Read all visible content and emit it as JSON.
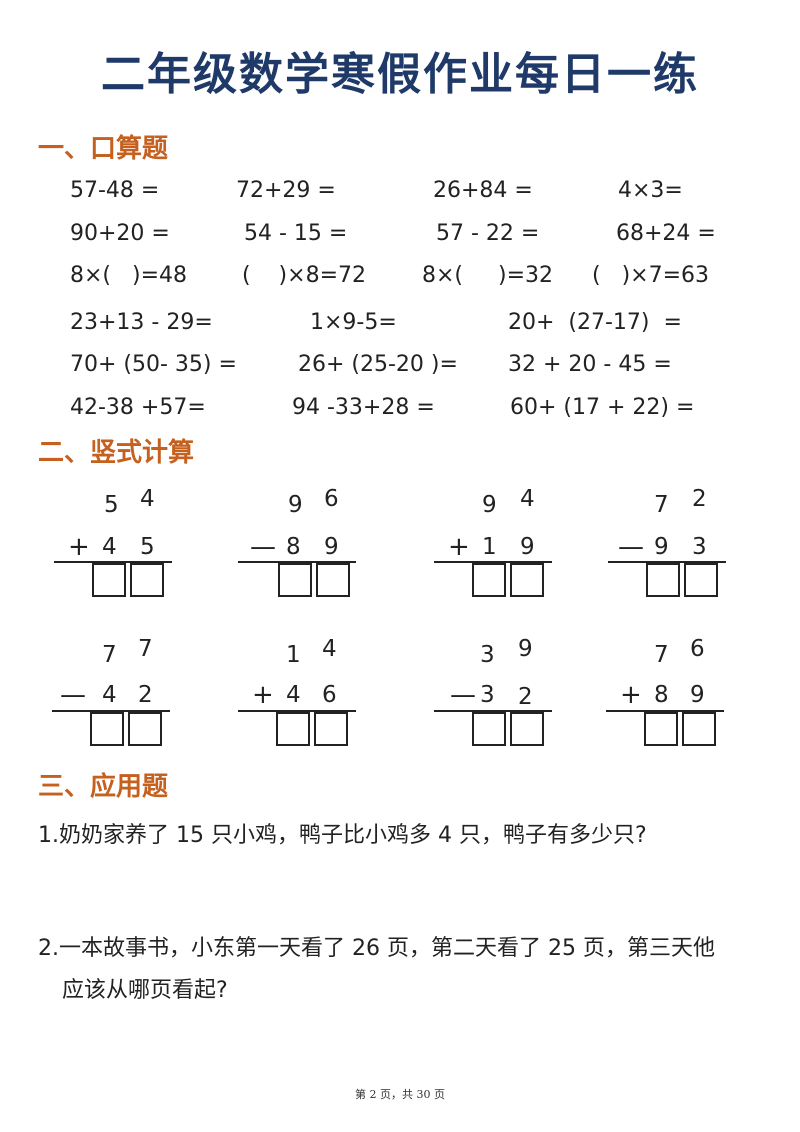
{
  "title": "二年级数学寒假作业每日一练",
  "sections": {
    "oral": "一、口算题",
    "vertical": "二、竖式计算",
    "application": "三、应用题"
  },
  "oral_items": [
    "57-48 =",
    "72+29 =",
    "26+84 =",
    "4×3=",
    "90+20 =",
    "54 - 15 =",
    "57 - 22 =",
    "68+24 =",
    "8×(   )=48",
    "(    )×8=72",
    "8×(     )=32",
    "(   )×7=63",
    "23+13 - 29=",
    "1×9-5=",
    "20+  (27-17)  =",
    "70+ (50- 35) =",
    "26+ (25-20 )=",
    "32 + 20 - 45 =",
    "42-38 +57=",
    "94 -33+28 =",
    "60+ (17 + 22) ="
  ],
  "vertical_items": [
    {
      "a": [
        "5",
        "4"
      ],
      "op": "+",
      "b": [
        "4",
        "5"
      ]
    },
    {
      "a": [
        "9",
        "6"
      ],
      "op": "—",
      "b": [
        "8",
        "9"
      ]
    },
    {
      "a": [
        "9",
        "4"
      ],
      "op": "+",
      "b": [
        "1",
        "9"
      ]
    },
    {
      "a": [
        "7",
        "2"
      ],
      "op": "—",
      "b": [
        "9",
        "3"
      ]
    },
    {
      "a": [
        "7",
        "7"
      ],
      "op": "—",
      "b": [
        "4",
        "2"
      ]
    },
    {
      "a": [
        "1",
        "4"
      ],
      "op": "+",
      "b": [
        "4",
        "6"
      ]
    },
    {
      "a": [
        "3",
        "9"
      ],
      "op": "—",
      "b": [
        "3",
        "2"
      ]
    },
    {
      "a": [
        "7",
        "6"
      ],
      "op": "+",
      "b": [
        "8",
        "9"
      ]
    }
  ],
  "problems": [
    "1.奶奶家养了 15 只小鸡，鸭子比小鸡多 4 只，鸭子有多少只?",
    "2.一本故事书，小东第一天看了 26 页，第二天看了 25 页，第三天他",
    "应该从哪页看起?"
  ],
  "footer": "第 2 页，共 30 页"
}
